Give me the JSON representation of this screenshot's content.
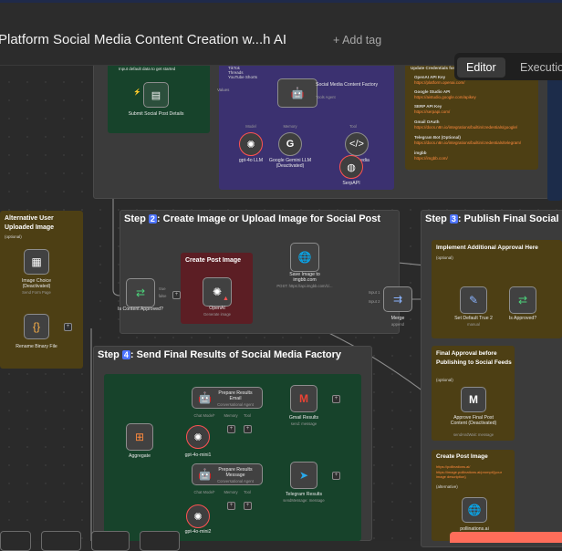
{
  "header": {
    "workflow_title": "Platform Social Media Content Creation w...h AI",
    "add_tag": "+ Add tag",
    "tab_editor": "Editor",
    "tab_executions": "Executio"
  },
  "step1": {
    "trigger_note": "Input default data to get started",
    "submit_node": "Submit Social Post Details",
    "platforms": [
      "TikTok",
      "Threads",
      "YouTube Shorts"
    ],
    "agent_label": "Social Media Content Factory",
    "agent_sub": "Tools Agent",
    "chat_model_1": "gpt-4o LLM",
    "chat_model_2": "Google Gemini LLM (Deactivated)",
    "tool_partial": "edia",
    "serpapi": "SerpAPI",
    "model_tag": "Model",
    "memory_tag": "Memory",
    "tool_tag": "Tool"
  },
  "credentials": {
    "title": "Update Credentials for",
    "items": [
      {
        "name": "OpenAI API Key",
        "url": "https://platform.openai.com/"
      },
      {
        "name": "Google Studio API",
        "url": "https://aistudio.google.com/apikey"
      },
      {
        "name": "SERP API Key",
        "url": "https://serpapi.com/"
      },
      {
        "name": "Gmail OAuth",
        "url": "https://docs.n8n.io/integrations/builtin/credentials/google/"
      },
      {
        "name": "Telegram Bot (Optional)",
        "url": "https://docs.n8n.io/integrations/builtin/credentials/telegram/"
      },
      {
        "name": "imgbb",
        "url": "https://imgbb.com/"
      }
    ]
  },
  "alt_upload": {
    "title": "Alternative User Uploaded Image",
    "optional": "(optional)",
    "image_choice": "Image Choice (Deactivated)",
    "image_choice_sub": "Send Form Page",
    "rename_binary": "Rename Binary File"
  },
  "step2": {
    "step_word": "Step",
    "num": "2",
    "title": ": Create Image or Upload Image for Social Post",
    "is_content_approved": "Is Content Approved?",
    "create_post_image": "Create Post Image",
    "openai": "OpenAI",
    "openai_sub": "Generate image",
    "save_image": "Save Image to imgbb.com",
    "save_image_sub": "POST: https://api.imgbb.com/1/...",
    "merge": "Merge",
    "merge_sub": "append",
    "input1": "Input 1",
    "input2": "Input 2",
    "true_lbl": "true",
    "false_lbl": "false"
  },
  "step3": {
    "step_word": "Step",
    "num": "3",
    "title": ": Publish Final Social M",
    "impl_approval": "Implement Additional Approval Here",
    "impl_optional": "(optional)",
    "set_default": "Set Default True 2",
    "set_default_sub": "manual",
    "is_approved": "Is Approved?",
    "final_approval": "Final Approval before Publishing to Social Feeds",
    "final_optional": "(optional)",
    "approve_node": "Approve Final Post Content (Deactivated)",
    "approve_sub": "sendAndWait: message",
    "create_post_image": "Create Post Image",
    "cpi_url1": "https://pollinations.ai/",
    "cpi_url2": "https://image.pollinations.ai/prompt/{your image description}",
    "cpi_alt": "(alternative)",
    "pollinations": "pollinations.ai"
  },
  "step4": {
    "step_word": "Step",
    "num": "4",
    "title": ": Send Final Results of Social Media Factory",
    "aggregate": "Aggregate",
    "prepare_email": "Prepare Results Email",
    "prepare_email_sub": "Conversational Agent",
    "gmail": "Gmail Results",
    "gmail_sub": "send: message",
    "gpt_mini1": "gpt-4o-mini1",
    "prepare_msg": "Prepare Results Message",
    "prepare_msg_sub": "Conversational Agent",
    "telegram": "Telegram Results",
    "telegram_sub": "sendMessage: message",
    "gpt_mini2": "gpt-4o-mini2",
    "chat_model_tag": "Chat Model*",
    "memory_tag": "Memory",
    "tool_tag": "Tool"
  },
  "colors": {
    "canvas": "#2a2a2a",
    "step_group": "#3b3b3b",
    "sticky_yellow": "#4d3f14",
    "sticky_purple": "#3b3170",
    "sticky_green": "#17432b",
    "sticky_red": "#5c1e24",
    "accent_blue": "#4d74ff",
    "edge": "#8c8c8c"
  }
}
